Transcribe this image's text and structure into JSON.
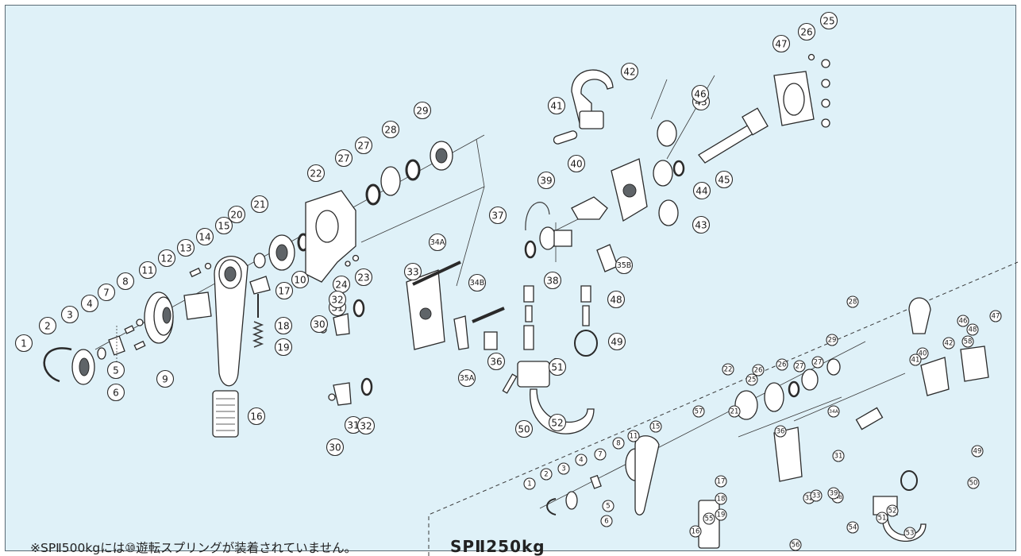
{
  "note_text": "※SPⅡ500kgには⑩遊転スプリングが装着されていません。",
  "model_label": "SPⅡ250kg",
  "main_parts": [
    "1",
    "2",
    "3",
    "4",
    "5",
    "6",
    "7",
    "8",
    "9",
    "10",
    "11",
    "12",
    "13",
    "14",
    "15",
    "16",
    "17",
    "18",
    "19",
    "20",
    "21",
    "22",
    "23",
    "24",
    "25",
    "26",
    "27",
    "27",
    "28",
    "29",
    "30",
    "30",
    "31",
    "31",
    "32",
    "32",
    "33",
    "34A",
    "34B",
    "35A",
    "35B",
    "36",
    "37",
    "38",
    "39",
    "40",
    "41",
    "42",
    "43",
    "43",
    "44",
    "45",
    "46",
    "47",
    "48",
    "49",
    "50",
    "51",
    "52"
  ],
  "inset_parts": [
    "1",
    "2",
    "3",
    "4",
    "5",
    "6",
    "7",
    "8",
    "11",
    "15",
    "16",
    "17",
    "18",
    "19",
    "21",
    "22",
    "25",
    "26",
    "26",
    "27",
    "27",
    "28",
    "29",
    "31",
    "32",
    "33",
    "34A",
    "34B",
    "36",
    "39",
    "40",
    "41",
    "42",
    "46",
    "47",
    "48",
    "49",
    "50",
    "51",
    "52",
    "53",
    "54",
    "55",
    "56",
    "57",
    "58"
  ]
}
